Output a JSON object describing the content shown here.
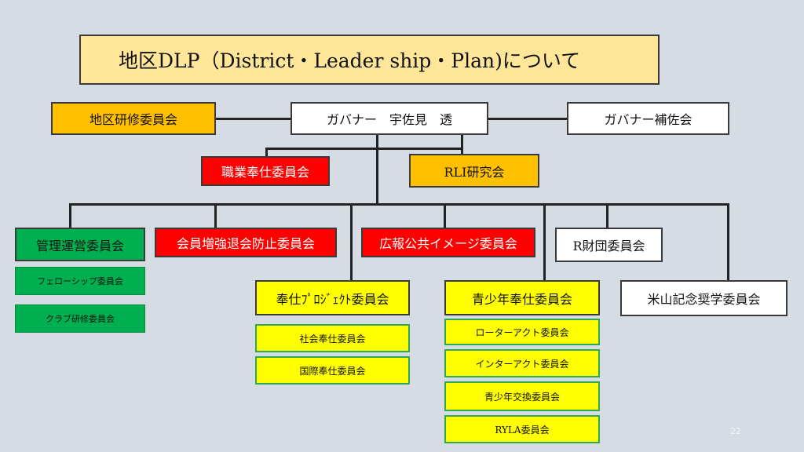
{
  "title": "地区DLP（District・Leader ship・Plan)について",
  "nodes": {
    "training": "地区研修委員会",
    "governor": "ガバナー　宇佐見　透",
    "assistant": "ガバナー補佐会",
    "vocational": "職業奉仕委員会",
    "rli": "RLI研究会",
    "admin": "管理運営委員会",
    "fellowship": "フェローシップ委員会",
    "club_training": "クラブ研修委員会",
    "membership": "会員増強退会防止委員会",
    "public_image": "広報公共イメージ委員会",
    "foundation": "R財団委員会",
    "projects": "奉仕ﾌﾟﾛｼﾞｪｸﾄ委員会",
    "community": "社会奉仕委員会",
    "international": "国際奉仕委員会",
    "youth": "青少年奉仕委員会",
    "rotaract": "ローターアクト委員会",
    "interact": "インターアクト委員会",
    "exchange": "青少年交換委員会",
    "ryla": "RYLA委員会",
    "yoneyama": "米山記念奨学委員会"
  },
  "page_number": "22"
}
